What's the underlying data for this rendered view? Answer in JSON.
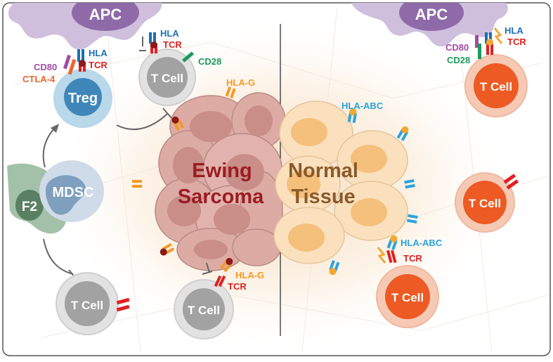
{
  "labels": {
    "apc_left": "APC",
    "apc_right": "APC",
    "treg": "Treg",
    "mdsc": "MDSC",
    "f2": "F2",
    "tcell": "T Cell",
    "ewing_line1": "Ewing",
    "ewing_line2": "Sarcoma",
    "normal_line1": "Normal",
    "normal_line2": "Tissue"
  },
  "receptors": {
    "hla": "HLA",
    "tcr": "TCR",
    "cd80": "CD80",
    "cd28": "CD28",
    "ctla4": "CTLA-4",
    "hla_g": "HLA-G",
    "hla_abc": "HLA-ABC"
  },
  "colors": {
    "hla": "#1b6fb5",
    "tcr": "#e0201f",
    "cd80": "#a34aa3",
    "cd28": "#1a9b5b",
    "ctla4": "#f0632a",
    "hla_g": "#f39a25",
    "hla_abc": "#2aa3dc",
    "tumor_text": "#9b1c23",
    "normal_text": "#8a5a2a"
  }
}
